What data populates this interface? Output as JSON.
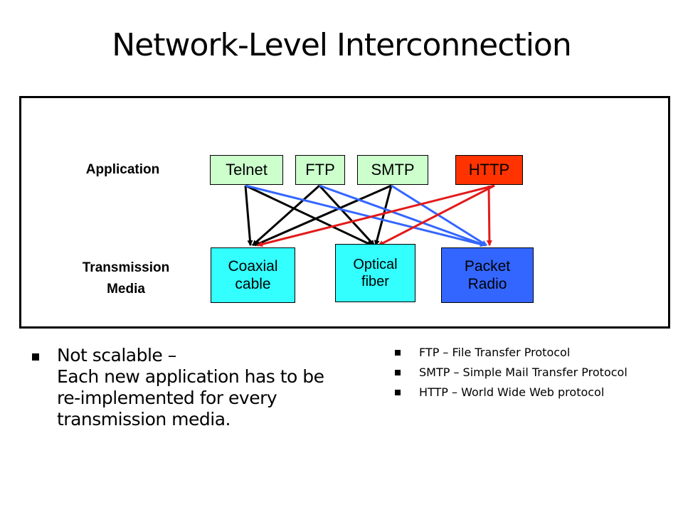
{
  "title": "Network-Level Interconnection",
  "labels": {
    "application": "Application",
    "transmission_line1": "Transmission",
    "transmission_line2": "Media"
  },
  "applications": {
    "telnet": "Telnet",
    "ftp": "FTP",
    "smtp": "SMTP",
    "http": "HTTP"
  },
  "media": {
    "coaxial_l1": "Coaxial",
    "coaxial_l2": "cable",
    "optical_l1": "Optical",
    "optical_l2": "fiber",
    "packet_l1": "Packet",
    "packet_l2": "Radio"
  },
  "colors": {
    "app_box": "#ccffcc",
    "http_box": "#ff3300",
    "media_box": "#33ffff",
    "packet_radio_box": "#3366ff",
    "black_link": "#000000",
    "blue_link": "#3366ff",
    "red_link": "#e31a1a"
  },
  "bullet": {
    "line1": "Not scalable –",
    "line2": "Each new application has to be",
    "line3": "re-implemented for every",
    "line4": "transmission media."
  },
  "definitions": [
    "FTP – File Transfer Protocol",
    "SMTP – Simple Mail Transfer Protocol",
    "HTTP – World Wide Web protocol"
  ]
}
